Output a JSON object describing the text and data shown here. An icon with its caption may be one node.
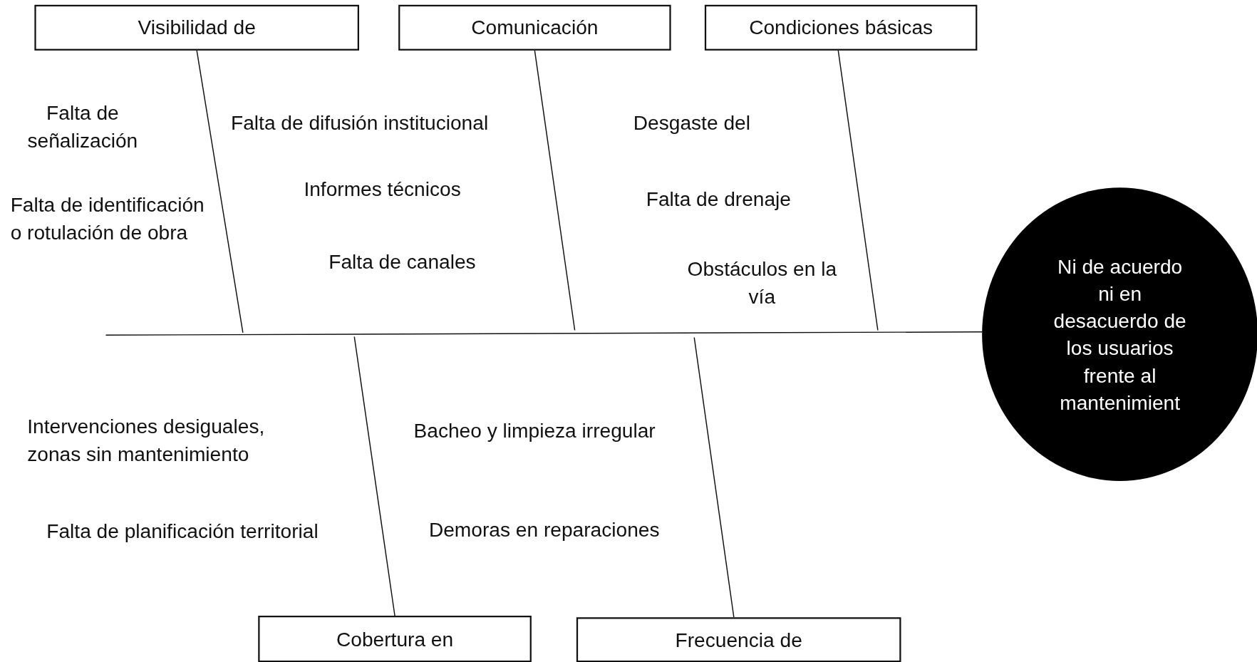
{
  "diagram": {
    "nodes": [
      {
        "text": [
          "Visibilidad de"
        ]
      },
      {
        "text": [
          "Comunicación"
        ]
      },
      {
        "text": [
          "Condiciones básicas"
        ]
      },
      {
        "text": [
          "Cobertura en"
        ]
      },
      {
        "text": [
          "Frecuencia de"
        ]
      },
      {
        "text": [
          "Ni de acuerdo ni en desacuerdo de los usuarios frente al mantenimient"
        ]
      }
    ],
    "edges": [
      {
        "from": null,
        "to": 5,
        "arrow": "none"
      },
      {
        "from": 0,
        "to": null,
        "arrow": "none"
      },
      {
        "from": 1,
        "to": null,
        "arrow": "none"
      },
      {
        "from": 2,
        "to": null,
        "arrow": "none"
      },
      {
        "from": 3,
        "to": null,
        "arrow": "none"
      },
      {
        "from": 4,
        "to": null,
        "arrow": "none"
      }
    ],
    "labels": [
      "Falta de señalización",
      "Falta de difusión institucional",
      "Desgaste del",
      "Informes técnicos",
      "Falta de drenaje",
      "Falta de identificación o rotulación de obra",
      "Falta de canales",
      "Obstáculos en la vía",
      "Intervenciones desiguales, zonas sin mantenimiento",
      "Bacheo y limpieza irregular",
      "Falta de planificación territorial",
      "Demoras en reparaciones"
    ]
  }
}
